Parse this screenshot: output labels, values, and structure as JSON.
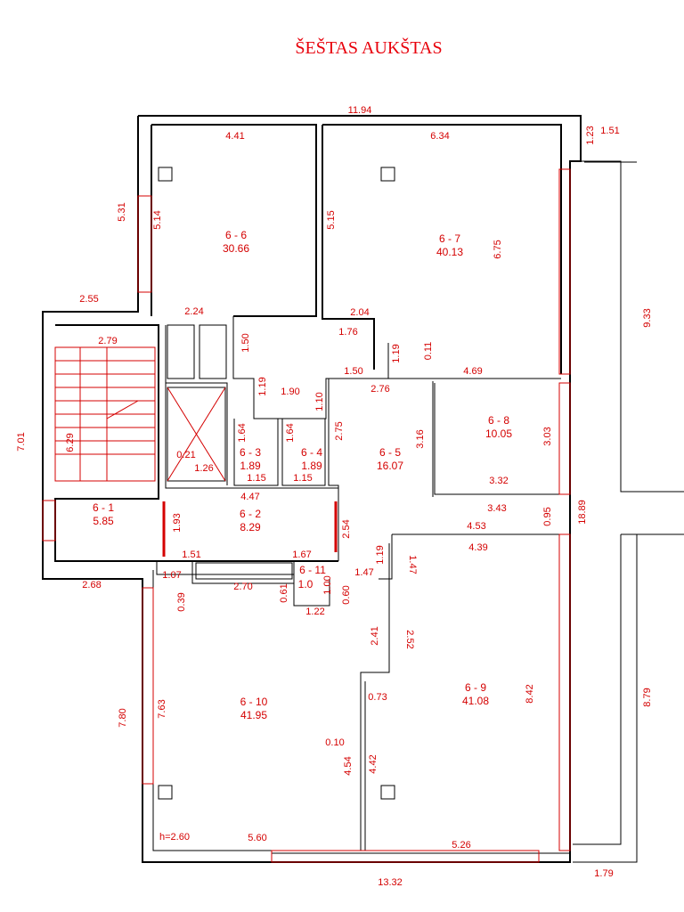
{
  "title": "ŠEŠTAS AUKŠTAS",
  "rooms": [
    {
      "id": "6 - 1",
      "area": "5.85"
    },
    {
      "id": "6 - 2",
      "area": "8.29"
    },
    {
      "id": "6 - 3",
      "area": "1.89"
    },
    {
      "id": "6 - 4",
      "area": "1.89"
    },
    {
      "id": "6 - 5",
      "area": "16.07"
    },
    {
      "id": "6 - 6",
      "area": "30.66"
    },
    {
      "id": "6 - 7",
      "area": "40.13"
    },
    {
      "id": "6 - 8",
      "area": "10.05"
    },
    {
      "id": "6 - 9",
      "area": "41.08"
    },
    {
      "id": "6 - 10",
      "area": "41.95"
    },
    {
      "id": "6 - 11",
      "area": "1.0"
    }
  ],
  "dimensions": [
    "11.94",
    "4.41",
    "6.34",
    "1.23",
    "1.51",
    "5.31",
    "5.14",
    "5.15",
    "6.75",
    "9.33",
    "2.55",
    "2.24",
    "2.04",
    "1.76",
    "1.50",
    "1.19",
    "0.11",
    "1.50",
    "4.69",
    "2.79",
    "1.19",
    "1.90",
    "1.10",
    "2.76",
    "6.29",
    "7.01",
    "1.64",
    "1.64",
    "0.21",
    "1.26",
    "1.15",
    "1.15",
    "2.75",
    "3.16",
    "3.03",
    "4.47",
    "3.32",
    "1.93",
    "2.54",
    "3.43",
    "0.95",
    "18.89",
    "4.53",
    "4.39",
    "1.51",
    "1.67",
    "1.19",
    "1.47",
    "1.47",
    "1.07",
    "2.70",
    "0.61",
    "1.00",
    "0.60",
    "2.68",
    "0.39",
    "1.22",
    "2.41",
    "2.52",
    "0.73",
    "8.42",
    "7.80",
    "7.63",
    "8.79",
    "0.10",
    "4.54",
    "4.42",
    "5.60",
    "5.26",
    "13.32",
    "1.79"
  ],
  "height_note": "h=2.60"
}
